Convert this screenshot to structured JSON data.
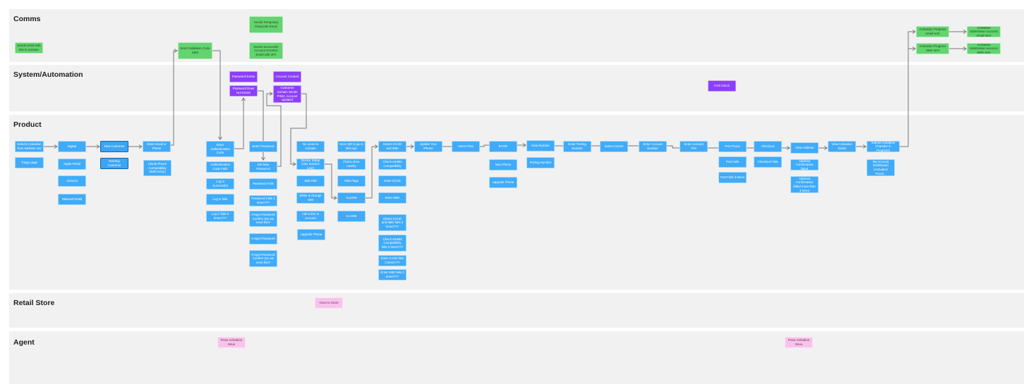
{
  "lanes": {
    "comms": "Comms",
    "system": "System/Automation",
    "product": "Product",
    "retail": "Retail Store",
    "agent": "Agent"
  },
  "comms": {
    "sends_email_link": "Sends email with link to activate",
    "send_validation_sms": "Send Validation Code SMS",
    "sends_temp_passcode": "Sends Temporary Passcode Email",
    "sends_success_email": "Sends Successful Account Creation Email with 2FA",
    "progress_email": "Activation Progress email sent",
    "progress_sms": "Activation Progress SMS sent",
    "success_email": "Activation Submission success email sent",
    "success_sms": "Activation Submission success SMS sent"
  },
  "system": {
    "password_exists": "Password Exists",
    "password_not_exists": "Password Does Not Exists",
    "account_created": "Account Created",
    "customer_domain": "Customer Domain Sends PINO, Account Updated",
    "port_check": "Port Check"
  },
  "product": {
    "selects_activation": "Selects Activation from Website nav",
    "triage_page": "Triage page",
    "digital": "Digital",
    "apple_retail": "Apple Retail",
    "amazon": "Amazon",
    "national_retail": "National Retail",
    "new_customer": "New Customer",
    "existing_customer": "Existing Customer",
    "enter_email_phone": "Enter Email or Phone",
    "check_phone_compat": "Check Phone Compatibility (IMEI Entry)",
    "enter_auth_code": "Enter Authentication Code",
    "auth_code_fails": "Authentication Code Fails",
    "login_success": "Log in Successful",
    "login_fails": "Log in fails",
    "login_fails_5": "Log in fails 5 times???",
    "enter_password": "Enter Password",
    "set_new_password": "Set New Password",
    "password_fails": "Password Fails",
    "password_fails_3": "Password Fails 3 times???",
    "forgot_password_confirm_1": "Forgot Password Confirm (Do we need this?",
    "forgot_password": "Forgot Password",
    "forgot_password_confirm_2": "Forgot Password Confirm (Do we need this?",
    "no_lines": "No Lines to Activate",
    "device_setup": "Device Setup (Has Inactive Line)",
    "mail_sim": "Mail SIM",
    "white_orange_sim": "White & Orange SIM",
    "add_line": "Add a line to account",
    "upgrade_phone_1": "Upgrade Phone",
    "scan_qr": "Scan QR to go to BM App",
    "find_store": "Find a store nearby",
    "help_page": "Help Page",
    "is_psim": "Is pSIM",
    "is_esim": "Is eSIM",
    "enters_iccid_imei": "Enters ICCID and IMEI",
    "check_esim": "Check eSIMN Compatibility",
    "enter_iccid": "Enter ICCID",
    "enter_imei": "Enter IMEI",
    "enters_iccid_imei_fails": "Enters ICCID and IMEI fails 3 times???",
    "check_esim_fails": "Check eSIMN Compatibility fails 3 times???",
    "enter_iccid_fails": "Enter ICCID fails 3 times???",
    "enter_imei_fails": "Enter IMEI fails 3 times???",
    "update_iphone": "Update Your iPhone",
    "select_plan": "Select Plan",
    "byod": "BYOD",
    "new_phone": "New Phone",
    "upgrade_phone_2": "Upgrade Phone",
    "new_number": "New Number",
    "porting_number": "Porting Number",
    "enter_porting_number": "Enter Porting Number",
    "select_carrier": "Select Carrier",
    "enter_account_number": "Enter Account Number",
    "enter_account_pin": "Enter Account PIN",
    "port_phone": "Port Phone",
    "port_fails": "Port Fails",
    "port_fails_3": "Port Fails 3 times",
    "checkout": "Checkout",
    "checkout_fails": "Checkout Fails",
    "view_address": "View Address",
    "address_failed": "Address Confirmation failed",
    "address_failed_3": "Address Confirmation failed more than 3 times",
    "view_activation_detail": "View Activation Detail",
    "submit_activation": "Submit Activation (Transfer in Progress)",
    "my_account_dashboard": "My Account Dashboard (Activation Pendi..."
  },
  "retail": {
    "goes_to_store": "Goes to Store"
  },
  "agent": {
    "fixes_issue_1": "Fixes Activation Issue",
    "fixes_issue_2": "Fixes Activation Issue"
  },
  "colors": {
    "product": "#40abf8",
    "comms": "#63d46f",
    "system": "#8c3ffb",
    "people": "#f8c3ea",
    "lane": "#f1f1f1"
  }
}
